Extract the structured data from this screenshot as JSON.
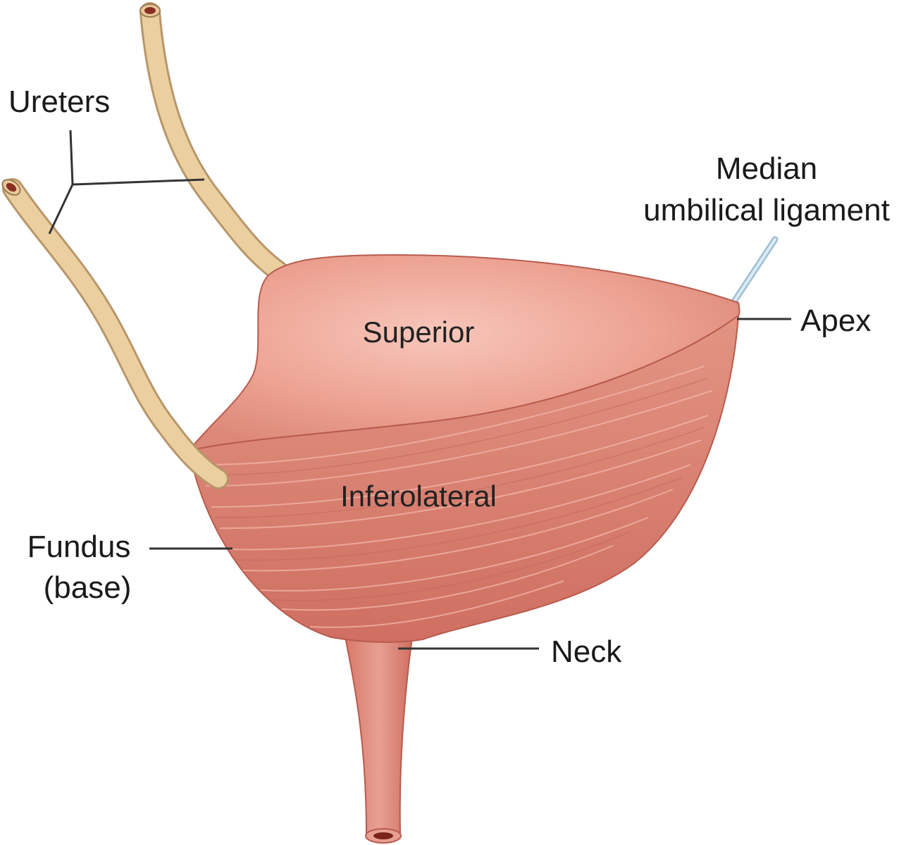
{
  "labels": {
    "ureters": "Ureters",
    "median_1": "Median",
    "median_2": "umbilical ligament",
    "apex": "Apex",
    "superior": "Superior",
    "inferolateral": "Inferolateral",
    "fundus_1": "Fundus",
    "fundus_2": "(base)",
    "neck": "Neck"
  },
  "colors": {
    "bladder_top": "#eda292",
    "bladder_side": "#d9786a",
    "ureter": "#e8c99b",
    "ligament": "#b9d3e3",
    "leader_lines": "#333333"
  }
}
